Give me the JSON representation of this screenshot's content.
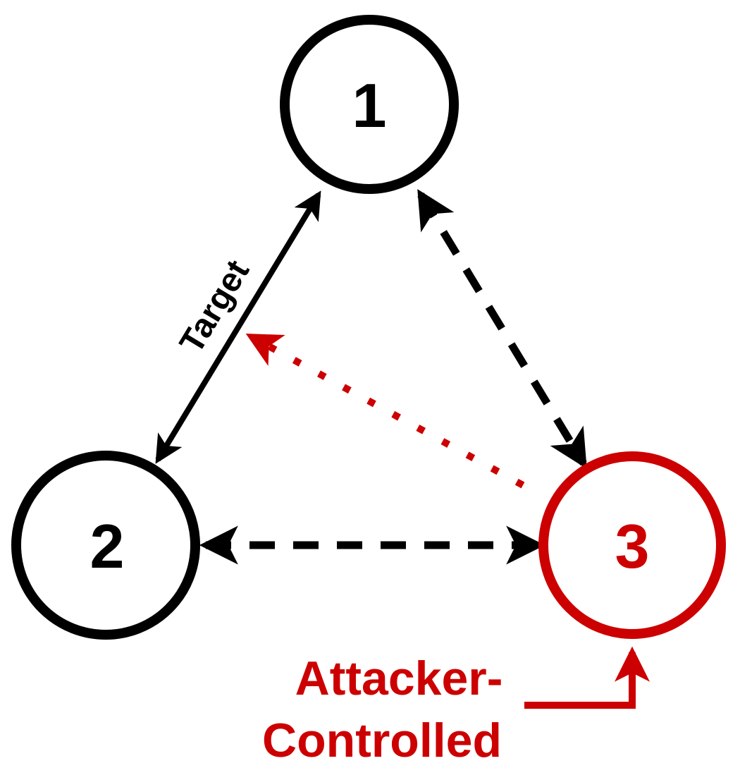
{
  "nodes": [
    {
      "id": "1",
      "label": "1",
      "color": "#000000"
    },
    {
      "id": "2",
      "label": "2",
      "color": "#000000"
    },
    {
      "id": "3",
      "label": "3",
      "color": "#cc0000"
    }
  ],
  "edges": [
    {
      "from": "1",
      "to": "2",
      "style": "solid",
      "direction": "both",
      "label": "Target",
      "color": "#000000"
    },
    {
      "from": "1",
      "to": "3",
      "style": "dashed",
      "direction": "both",
      "color": "#000000"
    },
    {
      "from": "2",
      "to": "3",
      "style": "dashed",
      "direction": "both",
      "color": "#000000"
    },
    {
      "from": "3",
      "to": "1-2 edge",
      "style": "dotted",
      "direction": "forward",
      "color": "#cc0000"
    }
  ],
  "caption": {
    "line1": "Attacker-",
    "line2": "Controlled",
    "color": "#cc0000"
  }
}
